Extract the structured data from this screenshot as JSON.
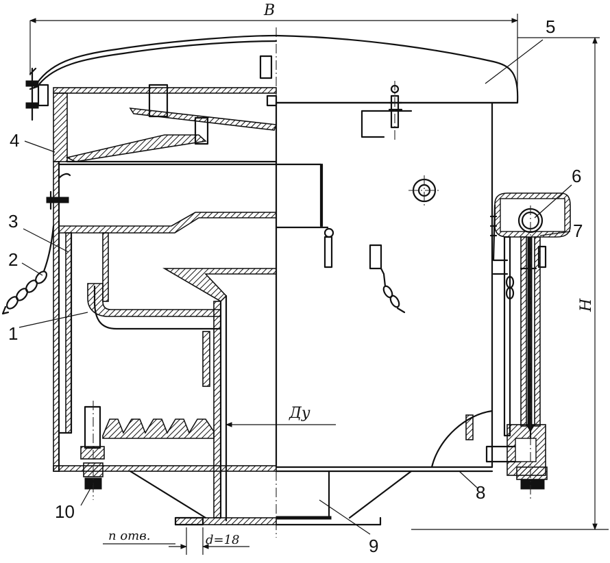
{
  "dimensions": {
    "width_label": "В",
    "height_label": "Н",
    "nominal_diameter_label": "Ду",
    "holes_label": "n отв.",
    "hole_diameter_label": "d=18"
  },
  "callouts": [
    {
      "id": "1",
      "label": "1"
    },
    {
      "id": "2",
      "label": "2"
    },
    {
      "id": "3",
      "label": "3"
    },
    {
      "id": "4",
      "label": "4"
    },
    {
      "id": "5",
      "label": "5"
    },
    {
      "id": "6",
      "label": "6"
    },
    {
      "id": "7",
      "label": "7"
    },
    {
      "id": "8",
      "label": "8"
    },
    {
      "id": "9",
      "label": "9"
    },
    {
      "id": "10",
      "label": "10"
    }
  ]
}
